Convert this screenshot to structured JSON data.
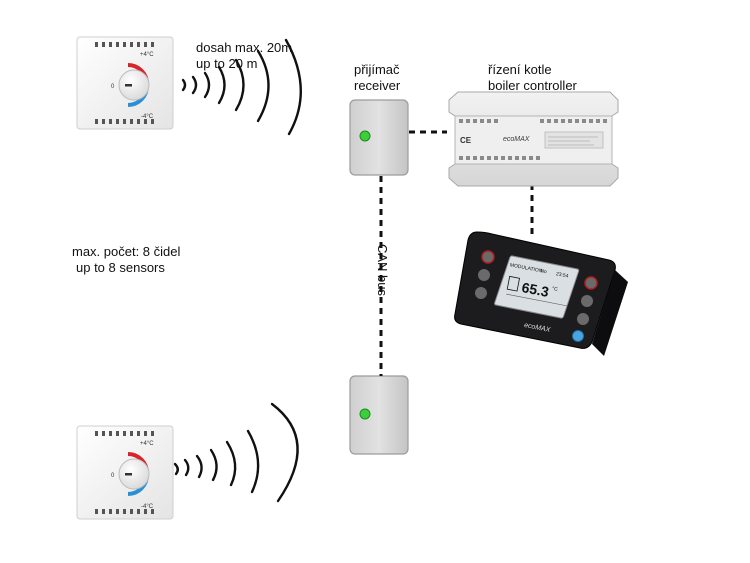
{
  "labels": {
    "range_cz": "dosah max. 20m",
    "range_en": "up to 20 m",
    "receiver_cz": "přijímač",
    "receiver_en": "receiver",
    "boiler_cz": "řízení kotle",
    "boiler_en": "boiler controller",
    "max_cz": "max. počet: 8 čidel",
    "max_en": "up to 8 sensors",
    "bus": "CAN bus"
  },
  "thermostat": {
    "plus_label": "+4°C",
    "minus_label": "-4°C",
    "zero_label": "0"
  },
  "panel": {
    "mode": "MODULATION",
    "indicator": "No",
    "time": "23:54",
    "temperature": "65.3",
    "temperature_unit": "°C",
    "brand": "ecoMAX"
  },
  "controller": {
    "brand": "ecoMAX",
    "ce_mark": "CE"
  },
  "colors": {
    "led_green": "#3ccf3c",
    "warm_arc": "#d8232a",
    "cool_arc": "#2b8fd6",
    "panel_body": "#1c1c1e",
    "panel_screen": "#d9dfe2",
    "device_gray": "#d3d3d3"
  }
}
